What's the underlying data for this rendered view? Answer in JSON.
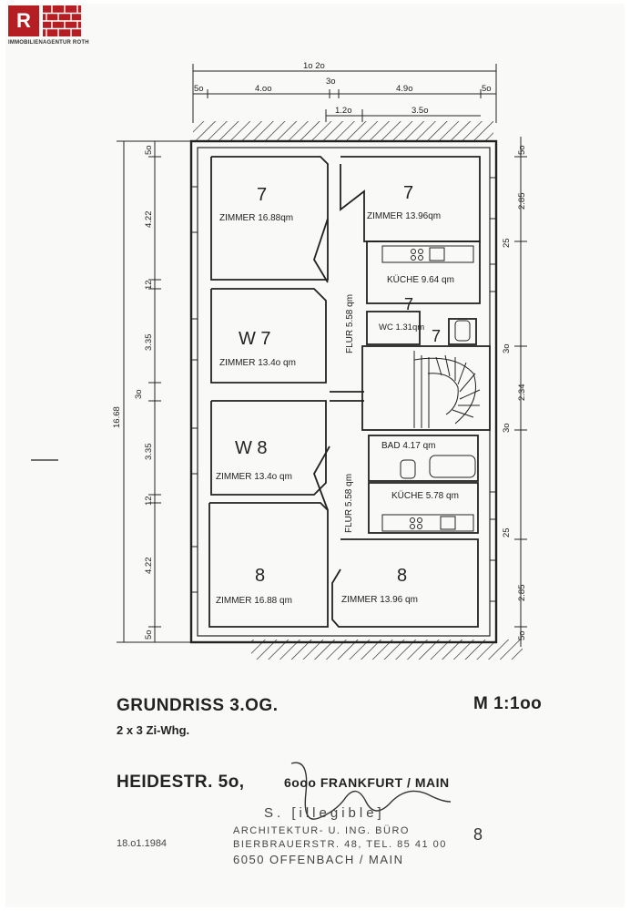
{
  "logo": {
    "letter": "R",
    "agency": "IMMOBILIENAGENTUR ROTH"
  },
  "dimensions": {
    "total_width": "1o 2o",
    "seg_top": [
      "5o",
      "4.oo",
      "3o",
      "4.9o",
      "5o"
    ],
    "seg_inner": [
      "1.2o",
      "3.5o"
    ],
    "total_height": "16.68",
    "left_chain": [
      "5o",
      "4.22",
      "12",
      "3.35",
      "3o",
      "3.35",
      "12",
      "4.22",
      "5o"
    ],
    "right_chain": [
      "5o",
      "2.85",
      "25",
      "3o",
      "2.34",
      "3o",
      "25",
      "2.85",
      "5o"
    ]
  },
  "rooms": [
    {
      "name": "7",
      "label": "ZIMMER 16.88qm"
    },
    {
      "name": "7",
      "label": "ZIMMER 13.96qm"
    },
    {
      "name": "7",
      "label": "KÜCHE 9.64 qm"
    },
    {
      "name": "7",
      "label": "WC 1.31qm"
    },
    {
      "name": "W 7",
      "label": "ZIMMER 13.4o qm"
    },
    {
      "name": "W 8",
      "label": "ZIMMER 13.4o qm"
    },
    {
      "name": "",
      "label": "BAD 4.17 qm"
    },
    {
      "name": "",
      "label": "KÜCHE 5.78 qm"
    },
    {
      "name": "8",
      "label": "ZIMMER 16.88 qm"
    },
    {
      "name": "8",
      "label": "ZIMMER 13.96 qm"
    }
  ],
  "flur_upper": "FLUR 5.58 qm",
  "flur_lower": "FLUR 5.58 qm",
  "wc_unit_no": "7",
  "title": "GRUNDRISS 3.OG.",
  "scale": "M 1:1oo",
  "subtitle": "2 x 3 Zi-Whg.",
  "street": "HEIDESTR. 5o,",
  "city": "6ooo FRANKFURT / MAIN",
  "architect": {
    "name": "S. [illegible]",
    "line1": "ARCHITEKTUR- U. ING. BÜRO",
    "line2": "BIERBRAUERSTR. 48, TEL. 85 41 00",
    "line3": "6050 OFFENBACH / MAIN"
  },
  "date": "18.o1.1984",
  "page_number": "8"
}
